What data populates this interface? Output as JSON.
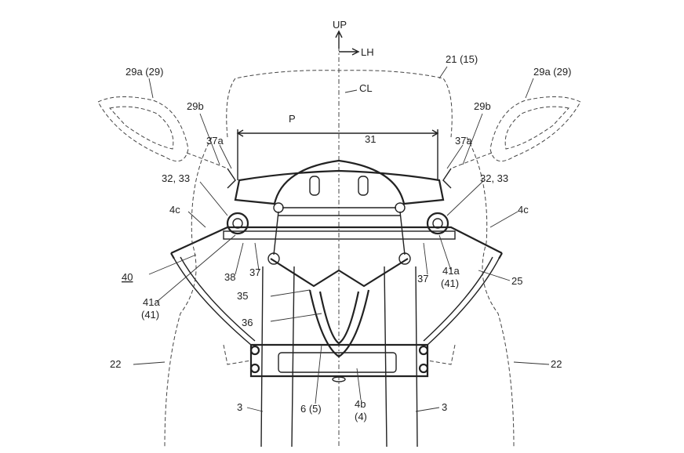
{
  "figure": {
    "axis_up": "UP",
    "axis_lh": "LH",
    "centerline": "CL",
    "screen": "21 (15)",
    "mirror_left": "29a (29)",
    "mirror_right": "29a (29)",
    "mirror_stay_left": "29b",
    "mirror_stay_right": "29b",
    "pitch": "P",
    "meter": "31",
    "mount_left": "37a",
    "mount_right": "37a",
    "bolts_left": "32, 33",
    "bolts_right": "32, 33",
    "bar_end_left": "4c",
    "bar_end_right": "4c",
    "assembly": "40",
    "bracket_left_a": "41a",
    "bracket_left_b": "(41)",
    "bracket_right_a": "41a",
    "bracket_right_b": "(41)",
    "pipe": "38",
    "stay_left": "37",
    "stay_right": "37",
    "cowl": "25",
    "frame": "35",
    "cover": "36",
    "side_left": "22",
    "side_right": "22",
    "fork_left": "3",
    "fork_right": "3",
    "stem": "6 (5)",
    "bridge_a": "4b",
    "bridge_b": "(4)"
  }
}
